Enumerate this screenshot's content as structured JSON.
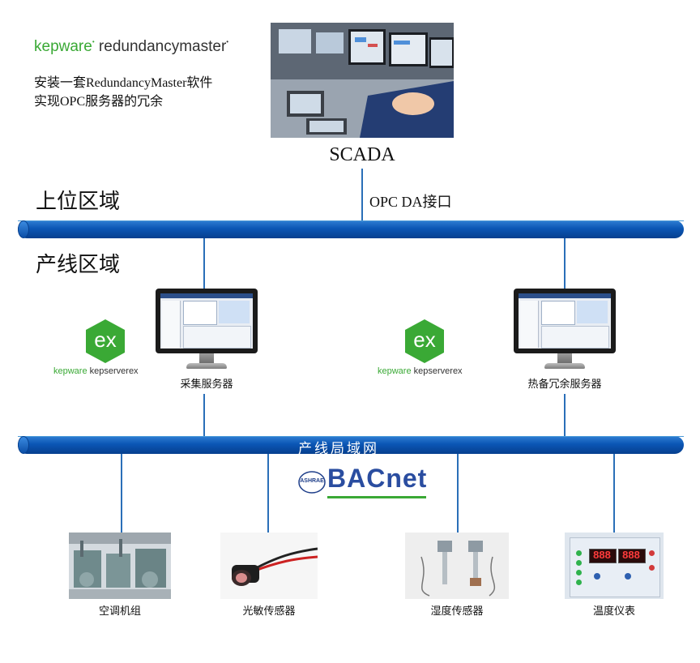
{
  "header": {
    "brand_prefix": "kepware",
    "brand_name": "redundancymaster",
    "desc_line1": "安装一套RedundancyMaster软件",
    "desc_line2": "实现OPC服务器的冗余"
  },
  "scada": {
    "label": "SCADA",
    "interface_label": "OPC DA接口"
  },
  "zones": {
    "upper": "上位区域",
    "line": "产线区域"
  },
  "servers": [
    {
      "caption": "采集服务器",
      "logo_prefix": "kepware",
      "logo_name": "kepserverex",
      "badge": "ex"
    },
    {
      "caption": "热备冗余服务器",
      "logo_prefix": "kepware",
      "logo_name": "kepserverex",
      "badge": "ex"
    }
  ],
  "lan": {
    "label": "产线局域网"
  },
  "bacnet": {
    "badge": "ASHRAE",
    "name": "BACnet"
  },
  "devices": [
    {
      "caption": "空调机组"
    },
    {
      "caption": "光敏传感器"
    },
    {
      "caption": "湿度传感器"
    },
    {
      "caption": "温度仪表",
      "display_left": "888",
      "display_right": "888"
    }
  ],
  "colors": {
    "bus": "#0b56b5",
    "kepware_green": "#3aa935",
    "link": "#2a6fb8"
  }
}
